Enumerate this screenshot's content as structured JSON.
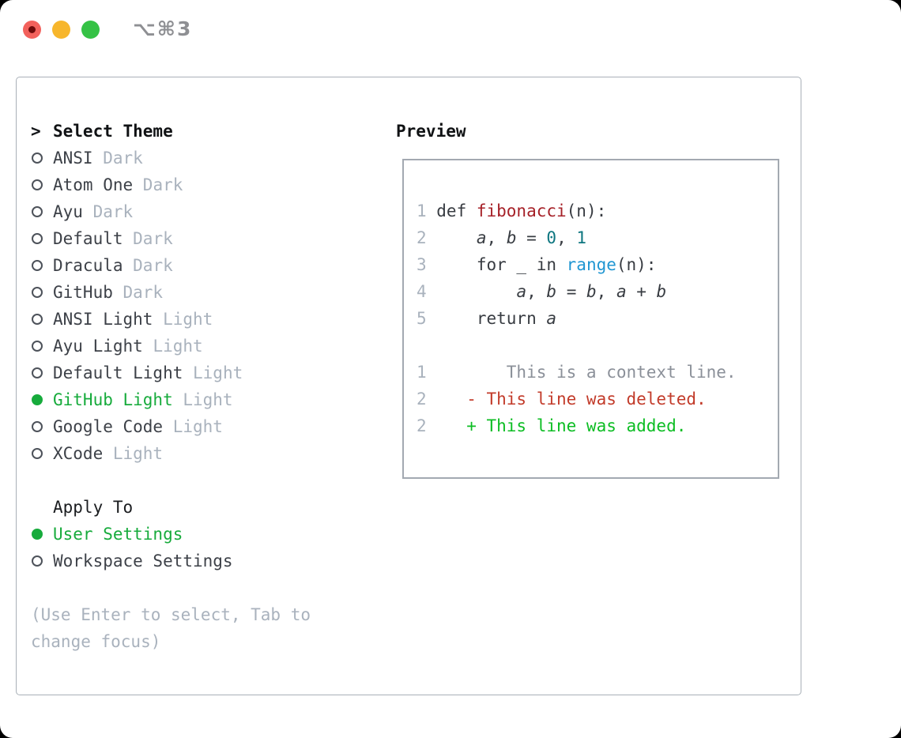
{
  "window": {
    "title": "⌥⌘3",
    "controls": [
      {
        "name": "close",
        "color": "#f2615c",
        "has_inner_dot": true
      },
      {
        "name": "minimize",
        "color": "#f7b62c",
        "has_inner_dot": false
      },
      {
        "name": "zoom",
        "color": "#35c245",
        "has_inner_dot": false
      }
    ]
  },
  "theme_panel": {
    "header": {
      "prompt": ">",
      "label": "Select Theme"
    },
    "themes": [
      {
        "name": "ANSI",
        "variant": "Dark",
        "selected": false
      },
      {
        "name": "Atom One",
        "variant": "Dark",
        "selected": false
      },
      {
        "name": "Ayu",
        "variant": "Dark",
        "selected": false
      },
      {
        "name": "Default",
        "variant": "Dark",
        "selected": false
      },
      {
        "name": "Dracula",
        "variant": "Dark",
        "selected": false
      },
      {
        "name": "GitHub",
        "variant": "Dark",
        "selected": false
      },
      {
        "name": "ANSI Light",
        "variant": "Light",
        "selected": false
      },
      {
        "name": "Ayu Light",
        "variant": "Light",
        "selected": false
      },
      {
        "name": "Default Light",
        "variant": "Light",
        "selected": false
      },
      {
        "name": "GitHub Light",
        "variant": "Light",
        "selected": true
      },
      {
        "name": "Google Code",
        "variant": "Light",
        "selected": false
      },
      {
        "name": "XCode",
        "variant": "Light",
        "selected": false
      }
    ],
    "apply_to": {
      "label": "Apply To",
      "options": [
        {
          "name": "User Settings",
          "selected": true
        },
        {
          "name": "Workspace Settings",
          "selected": false
        }
      ]
    },
    "hint_lines": [
      "(Use Enter to select, Tab to",
      "change focus)"
    ]
  },
  "preview": {
    "title": "Preview",
    "code_lines": [
      {
        "num": "1",
        "tokens": [
          {
            "t": "def ",
            "c": "d"
          },
          {
            "t": "fibonacci",
            "c": "fn"
          },
          {
            "t": "(n):",
            "c": "d"
          }
        ]
      },
      {
        "num": "2",
        "tokens": [
          {
            "t": "    ",
            "c": "d"
          },
          {
            "t": "a",
            "c": "v"
          },
          {
            "t": ", ",
            "c": "d"
          },
          {
            "t": "b",
            "c": "v"
          },
          {
            "t": " = ",
            "c": "d"
          },
          {
            "t": "0",
            "c": "n"
          },
          {
            "t": ", ",
            "c": "d"
          },
          {
            "t": "1",
            "c": "n"
          }
        ]
      },
      {
        "num": "3",
        "tokens": [
          {
            "t": "    for _ in ",
            "c": "d"
          },
          {
            "t": "range",
            "c": "b"
          },
          {
            "t": "(n):",
            "c": "d"
          }
        ]
      },
      {
        "num": "4",
        "tokens": [
          {
            "t": "        ",
            "c": "d"
          },
          {
            "t": "a",
            "c": "v"
          },
          {
            "t": ", ",
            "c": "d"
          },
          {
            "t": "b",
            "c": "v"
          },
          {
            "t": " = ",
            "c": "d"
          },
          {
            "t": "b",
            "c": "v"
          },
          {
            "t": ", ",
            "c": "d"
          },
          {
            "t": "a",
            "c": "v"
          },
          {
            "t": " + ",
            "c": "d"
          },
          {
            "t": "b",
            "c": "v"
          }
        ]
      },
      {
        "num": "5",
        "tokens": [
          {
            "t": "    return ",
            "c": "d"
          },
          {
            "t": "a",
            "c": "v"
          }
        ]
      }
    ],
    "diff_lines": [
      {
        "num": "1",
        "kind": "context",
        "text": "       This is a context line."
      },
      {
        "num": "2",
        "kind": "deleted",
        "text": "   - This line was deleted."
      },
      {
        "num": "2",
        "kind": "added",
        "text": "   + This line was added."
      }
    ]
  },
  "colors": {
    "page_background": "#000000",
    "window_background": "#ffffff",
    "panel_border": "#a9b0b8",
    "preview_border": "#a3a9b1",
    "selection_green": "#17ab3c",
    "muted_gray": "#a9b2bd",
    "text_dark": "#3d4148",
    "code_default": "#383c42",
    "code_function_red": "#a62128",
    "code_number_teal": "#0e7680",
    "code_builtin_blue": "#2096d2",
    "diff_context_gray": "#8b9099",
    "diff_deleted_red": "#c23b2a",
    "diff_added_green": "#0cbd23",
    "traffic_red": "#f2615c",
    "traffic_yellow": "#f7b62c",
    "traffic_green": "#35c245"
  }
}
